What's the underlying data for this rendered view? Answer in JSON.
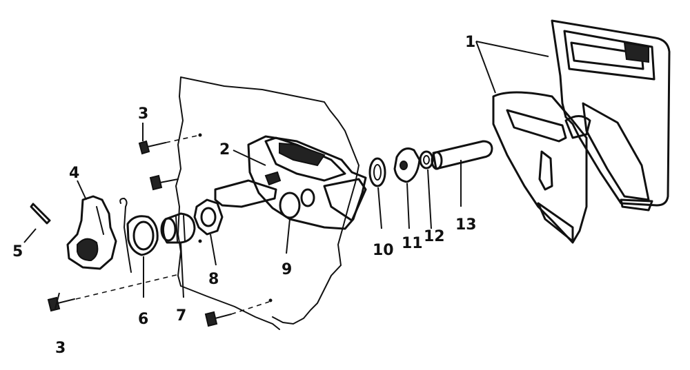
{
  "callouts": [
    {
      "id": "1"
    },
    {
      "id": "2"
    },
    {
      "id": "3"
    },
    {
      "id": "3"
    },
    {
      "id": "4"
    },
    {
      "id": "5"
    },
    {
      "id": "6"
    },
    {
      "id": "7"
    },
    {
      "id": "8"
    },
    {
      "id": "9"
    },
    {
      "id": "10"
    },
    {
      "id": "11"
    },
    {
      "id": "12"
    },
    {
      "id": "13"
    }
  ]
}
